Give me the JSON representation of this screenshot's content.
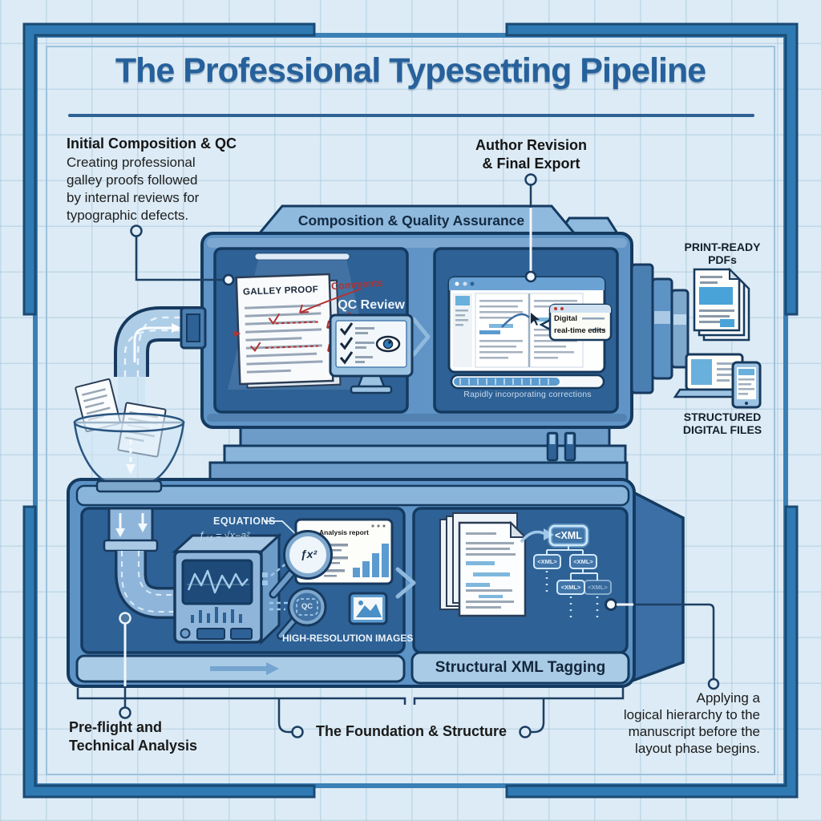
{
  "title": {
    "text": "The Professional Typesetting Pipeline"
  },
  "annotations": {
    "initial_composition": {
      "heading": "Initial Composition & QC",
      "body_lines": [
        "Creating professional",
        "galley proofs followed",
        "by internal reviews for",
        "typographic defects."
      ]
    },
    "author_revision": {
      "line1": "Author Revision",
      "line2": "& Final Export"
    },
    "preflight": {
      "line1": "Pre-flight and",
      "line2": "Technical Analysis"
    },
    "foundation": {
      "heading": "The Foundation & Structure"
    },
    "xml_hierarchy": {
      "body_lines": [
        "Applying a",
        "logical hierarchy to the",
        "manuscript before the",
        "layout phase begins."
      ]
    }
  },
  "top_machine": {
    "band_label": "Composition & Quality Assurance",
    "galley_proof": {
      "title": "GALLEY PROOF",
      "comments_note": "Comments"
    },
    "qc_review_label": "QC Review",
    "tooltip": {
      "line1": "Digital",
      "line2": "real-time edits"
    },
    "caption": "Rapidly incorporating corrections"
  },
  "bottom_machine": {
    "equations_label": "EQUATIONS",
    "formula": "ƒ₊₁ = √x−a²",
    "fx_magnifier_label": "ƒx²",
    "analysis_window": {
      "title": "Analysis report"
    },
    "qc_magnifier_label": "QC",
    "high_res_label": "HIGH-RESOLUTION IMAGES",
    "xml_band_label": "Structural XML Tagging",
    "xml_tree": {
      "root": "<XML",
      "child1": "<XML>",
      "child2": "<XML>",
      "child3": "<XML>",
      "child4": "<XML>"
    }
  },
  "outputs": {
    "print_ready": {
      "line1": "PRINT-READY",
      "line2": "PDFs"
    },
    "digital_files": {
      "line1": "STRUCTURED",
      "line2": "DIGITAL FILES"
    }
  },
  "icons": {
    "funnel": "funnel-icon",
    "papers": "paper-sheets-icon",
    "pipe": "pipe-icon",
    "monitor": "qc-monitor-icon",
    "eye": "eye-icon",
    "editor_window": "editor-window-icon",
    "pointer": "pointer-hand-icon",
    "progress": "progress-bar-icon",
    "pdf_stack": "pdf-stack-icon",
    "devices": "laptop-tablet-icon",
    "analyzer": "waveform-analyzer-icon",
    "magnifier": "magnifier-icon",
    "image": "image-icon",
    "xml_nodes": "xml-node-icon"
  },
  "colors": {
    "background": "#dcebf5",
    "frame": "#3a80b6",
    "machine_body": "#6094c6",
    "machine_panel": "#2e6195",
    "band_light": "#a9cbe5",
    "accent_red": "#b03232",
    "title_blue": "#27619b",
    "highlight": "#5b9bd0"
  }
}
